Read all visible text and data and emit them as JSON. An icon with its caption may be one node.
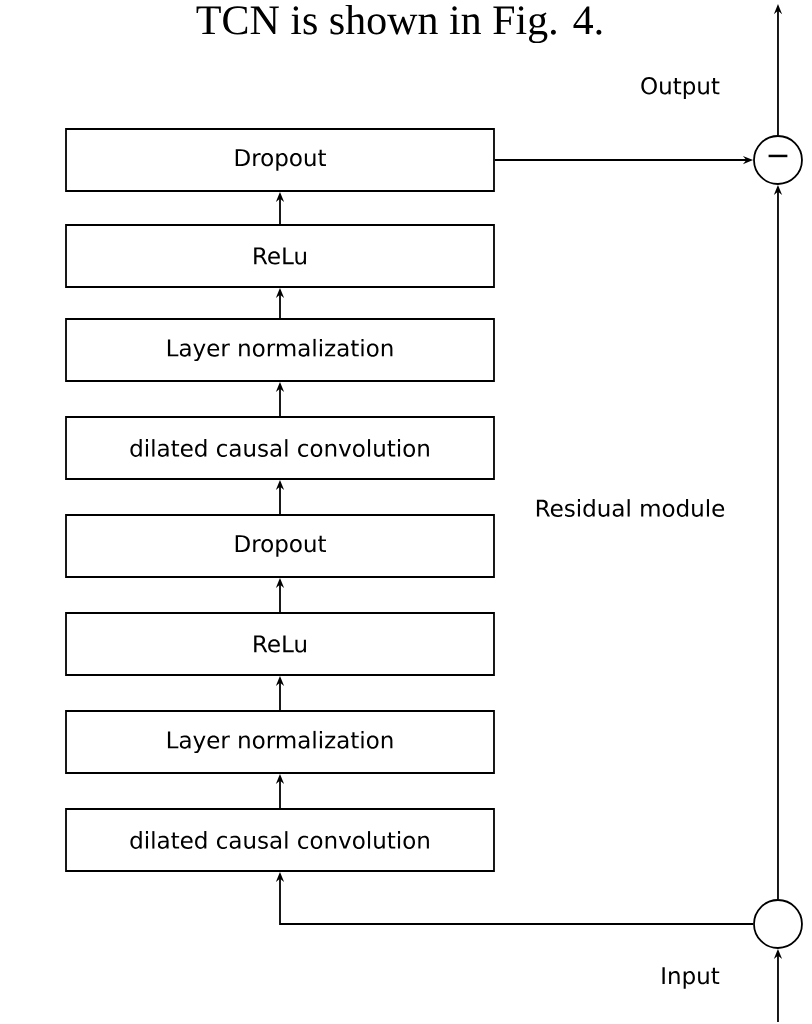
{
  "diagram": {
    "nodes": [
      {
        "text": [
          "Dropout"
        ]
      },
      {
        "text": [
          "ReLu"
        ]
      },
      {
        "text": [
          "Layer normalization"
        ]
      },
      {
        "text": [
          "dilated causal convolution"
        ]
      },
      {
        "text": [
          "Dropout"
        ]
      },
      {
        "text": [
          "ReLu"
        ]
      },
      {
        "text": [
          "Layer normalization"
        ]
      },
      {
        "text": [
          "dilated causal convolution"
        ]
      },
      {
        "text": [
          "−"
        ]
      },
      {
        "text": [],
        "shape": "circle"
      }
    ],
    "edges": [
      {
        "from": null,
        "to": 9,
        "arrow": "to"
      },
      {
        "from": 9,
        "to": 7,
        "arrow": "to"
      },
      {
        "from": 7,
        "to": 6,
        "arrow": "to"
      },
      {
        "from": 6,
        "to": 5,
        "arrow": "to"
      },
      {
        "from": 5,
        "to": 4,
        "arrow": "to"
      },
      {
        "from": 4,
        "to": 3,
        "arrow": "to"
      },
      {
        "from": 3,
        "to": 2,
        "arrow": "to"
      },
      {
        "from": 2,
        "to": 1,
        "arrow": "to"
      },
      {
        "from": 1,
        "to": 0,
        "arrow": "to"
      },
      {
        "from": 0,
        "to": 8,
        "arrow": "to"
      },
      {
        "from": 9,
        "to": 8,
        "arrow": "to"
      },
      {
        "from": 8,
        "to": null,
        "arrow": "to"
      }
    ],
    "labels": [
      "TCN is shown in Fig. 4.",
      "Output",
      "Residual module",
      "Input"
    ]
  }
}
